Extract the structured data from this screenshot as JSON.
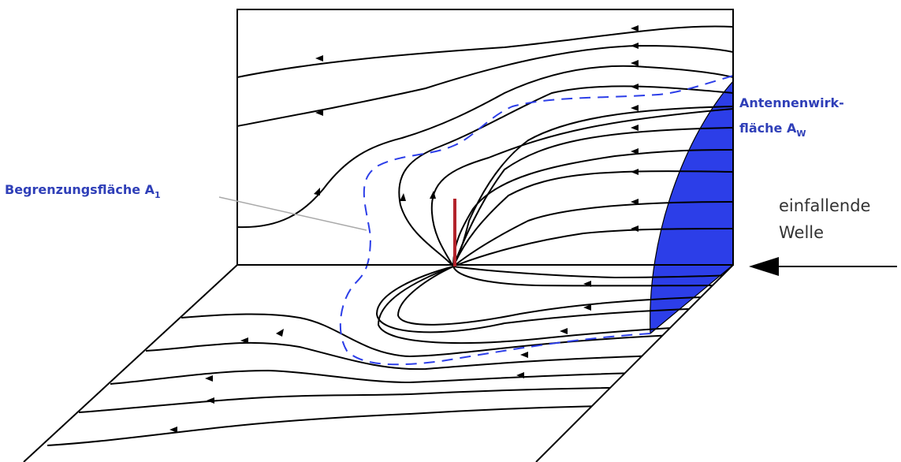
{
  "labels": {
    "begrenzung_main": "Begrenzungsfläche A",
    "begrenzung_sub": "1",
    "antenne_line1": "Antennenwirk-",
    "antenne_line2_main": "fläche A",
    "antenne_line2_sub": "W",
    "welle_line1": "einfallende",
    "welle_line2": "Welle"
  },
  "colors": {
    "label_blue": "#2f3fb8",
    "fill_blue": "#2c3ee8",
    "antenna_red": "#b3232b",
    "line": "#000000",
    "leader_gray": "#a9a9a9"
  },
  "icons": {
    "incident_arrow": "arrow-left-icon"
  }
}
